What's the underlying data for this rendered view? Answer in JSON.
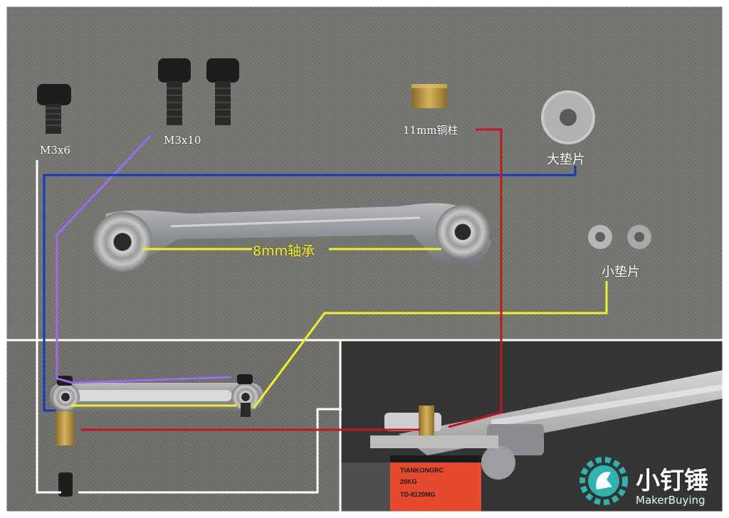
{
  "labels": {
    "m3x6": "M3x6",
    "m3x10": "M3x10",
    "standoff": "11mm铜柱",
    "large_washer": "大垫片",
    "bearing": "8mm轴承",
    "small_washer": "小垫片"
  },
  "servo": {
    "brand": "TIANKONGRC",
    "spec": "20KG",
    "model": "TD-8120MG"
  },
  "logo": {
    "chinese": "小钉锤",
    "english": "MakerBuying"
  },
  "colors": {
    "purple": "#9b6cf0",
    "blue": "#1238c8",
    "yellow": "#f5f021",
    "red": "#c8141e",
    "white": "#ffffff",
    "logo_teal": "#2eb3b0"
  }
}
